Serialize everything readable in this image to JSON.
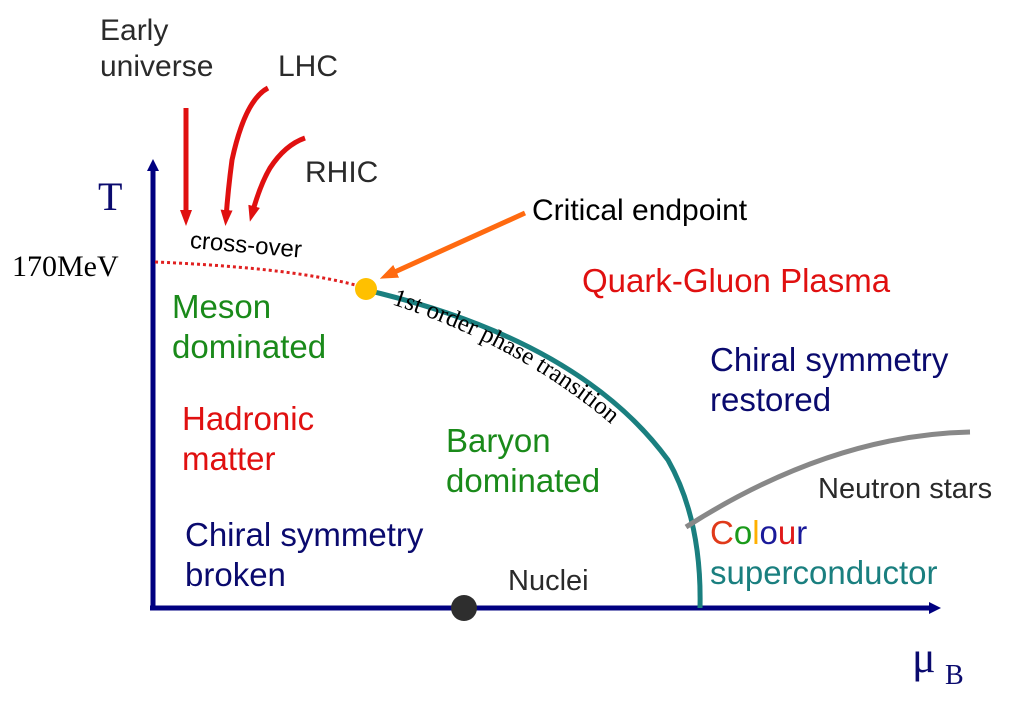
{
  "colors": {
    "axis": "#000080",
    "red": "#e01010",
    "green": "#1a8a1a",
    "navy": "#0a0a6e",
    "teal": "#1a7f7f",
    "orange": "#ff6a10",
    "gray": "#888888",
    "dark": "#2a2a2a",
    "crossover": "#e02020",
    "critical_point": "#ffc000",
    "nuclei_point": "#2e2e2e",
    "colour_c": "#e03a1a",
    "colour_o1": "#1a9a1a",
    "colour_l": "#ffb000",
    "colour_o2": "#1a1a9a",
    "colour_u": "#e01a1a",
    "colour_r": "#1a1a9a"
  },
  "axes": {
    "y_label": "T",
    "x_label_main": "μ",
    "x_label_sub": "B",
    "t_tick": "170MeV"
  },
  "probes": {
    "early_universe_line1": "Early",
    "early_universe_line2": "universe",
    "lhc": "LHC",
    "rhic": "RHIC"
  },
  "annotations": {
    "crossover": "cross-over",
    "critical_endpoint": "Critical endpoint",
    "first_order": "1st order phase transition",
    "neutron_stars": "Neutron stars",
    "nuclei": "Nuclei"
  },
  "regions": {
    "qgp": "Quark-Gluon Plasma",
    "chiral_restored_line1": "Chiral symmetry",
    "chiral_restored_line2": "restored",
    "meson_line1": "Meson",
    "meson_line2": "dominated",
    "hadronic_line1": "Hadronic",
    "hadronic_line2": "matter",
    "baryon_line1": "Baryon",
    "baryon_line2": "dominated",
    "chiral_broken_line1": "Chiral symmetry",
    "chiral_broken_line2": "broken",
    "colour_letters": [
      "C",
      "o",
      "l",
      "o",
      "u",
      "r"
    ],
    "superconductor": "superconductor"
  }
}
